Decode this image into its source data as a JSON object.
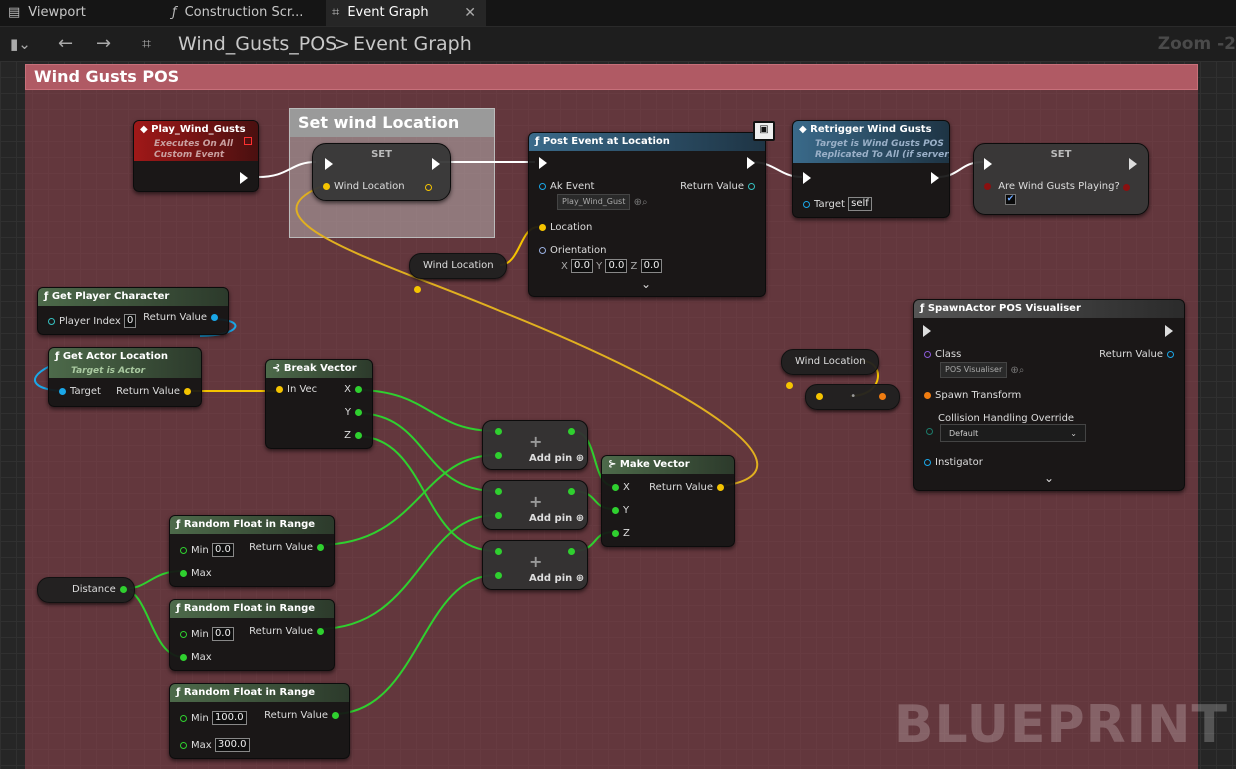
{
  "tabs": [
    {
      "label": "Viewport",
      "icon": "viewport-icon"
    },
    {
      "label": "Construction Scr...",
      "icon": "function-icon"
    },
    {
      "label": "Event Graph",
      "icon": "graph-icon",
      "active": true
    }
  ],
  "toolbar": {
    "breadcrumb_root": "Wind_Gusts_POS",
    "breadcrumb_sep": ">",
    "breadcrumb_leaf": "Event Graph",
    "zoom": "Zoom -2"
  },
  "comment": {
    "title": "Wind Gusts POS",
    "color": "#b05a64",
    "inner_title": "Set wind Location"
  },
  "nodes": {
    "play_wind_gusts": {
      "title": "Play_Wind_Gusts",
      "sub1": "Executes On All",
      "sub2": "Custom Event"
    },
    "set_wind_location": {
      "title": "SET",
      "pin": "Wind Location"
    },
    "post_event": {
      "title": "Post Event at Location",
      "ak_event": "Ak Event",
      "ak_value": "Play_Wind_Gust",
      "return_value": "Return Value",
      "location": "Location",
      "orientation": "Orientation",
      "x_label": "X",
      "y_label": "Y",
      "z_label": "Z",
      "x": "0.0",
      "y": "0.0",
      "z": "0.0"
    },
    "retrigger": {
      "title": "Retrigger Wind Gusts",
      "sub1": "Target is Wind Gusts POS",
      "sub2": "Replicated To All (if server)",
      "target": "Target",
      "target_value": "self"
    },
    "set_playing": {
      "title": "SET",
      "pin": "Are Wind Gusts Playing?"
    },
    "wind_location_get1": {
      "label": "Wind Location"
    },
    "wind_location_get2": {
      "label": "Wind Location"
    },
    "get_player_character": {
      "title": "Get Player Character",
      "player_index": "Player Index",
      "index_value": "0",
      "return_value": "Return Value"
    },
    "get_actor_location": {
      "title": "Get Actor Location",
      "sub": "Target is Actor",
      "target": "Target",
      "return_value": "Return Value"
    },
    "break_vector": {
      "title": "Break Vector",
      "in_vec": "In Vec",
      "x": "X",
      "y": "Y",
      "z": "Z"
    },
    "add1": {
      "add_pin": "Add pin"
    },
    "add2": {
      "add_pin": "Add pin"
    },
    "add3": {
      "add_pin": "Add pin"
    },
    "make_vector": {
      "title": "Make Vector",
      "x": "X",
      "y": "Y",
      "z": "Z",
      "return_value": "Return Value"
    },
    "random1": {
      "title": "Random Float in Range",
      "min": "Min",
      "min_value": "0.0",
      "max": "Max",
      "return_value": "Return Value"
    },
    "random2": {
      "title": "Random Float in Range",
      "min": "Min",
      "min_value": "0.0",
      "max": "Max",
      "return_value": "Return Value"
    },
    "random3": {
      "title": "Random Float in Range",
      "min": "Min",
      "min_value": "100.0",
      "max": "Max",
      "max_value": "300.0",
      "return_value": "Return Value"
    },
    "distance": {
      "label": "Distance"
    },
    "spawn_actor": {
      "title": "SpawnActor POS Visualiser",
      "class": "Class",
      "class_value": "POS Visualiser",
      "return_value": "Return Value",
      "spawn_transform": "Spawn Transform",
      "collision": "Collision Handling Override",
      "collision_value": "Default",
      "instigator": "Instigator"
    }
  },
  "watermark": "BLUEPRINT",
  "colors": {
    "exec": "#ffffff",
    "vector": "#f5c400",
    "float": "#2fd02f",
    "object": "#1aa7e8",
    "transform": "#f07c10"
  }
}
